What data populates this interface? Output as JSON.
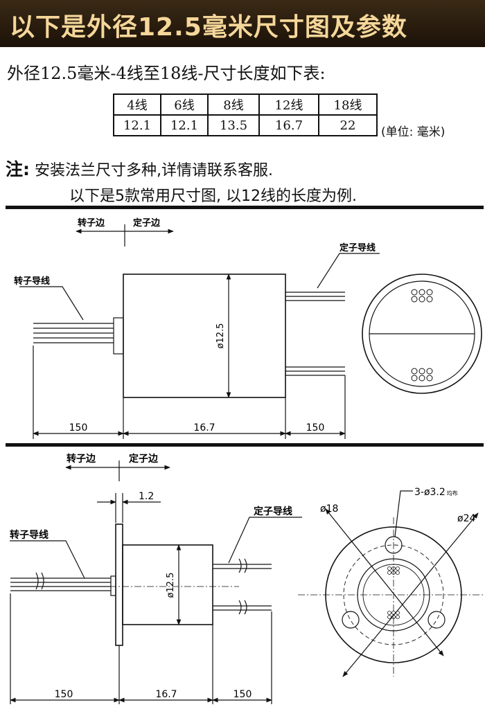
{
  "banner": {
    "title": "以下是外径12.5毫米尺寸图及参数"
  },
  "subtitle": "外径12.5毫米-4线至18线-尺寸长度如下表:",
  "size_table": {
    "headers": [
      "4线",
      "6线",
      "8线",
      "12线",
      "18线"
    ],
    "values": [
      "12.1",
      "12.1",
      "13.5",
      "16.7",
      "22"
    ]
  },
  "unit_note": "(单位: 毫米)",
  "note": {
    "label": "注:",
    "line1": "安装法兰尺寸多种,详情请联系客服.",
    "line2": "以下是5款常用尺寸图, 以12线的长度为例."
  },
  "diagram1": {
    "rotor_side": "转子边",
    "stator_side": "定子边",
    "rotor_wire": "转子导线",
    "stator_wire": "定子导线",
    "diameter": "ø12.5",
    "dim_left": "150",
    "dim_mid": "16.7",
    "dim_right": "150"
  },
  "diagram2": {
    "rotor_side": "转子边",
    "stator_side": "定子边",
    "rotor_wire": "转子导线",
    "stator_wire": "定子导线",
    "flange_thickness": "1.2",
    "diameter": "ø12.5",
    "hole_note": "3-ø3.2",
    "hole_note_suffix": "均布",
    "pitch_circle": "ø18",
    "flange_diameter": "ø24",
    "dim_left": "150",
    "dim_mid": "16.7",
    "dim_right": "150"
  }
}
